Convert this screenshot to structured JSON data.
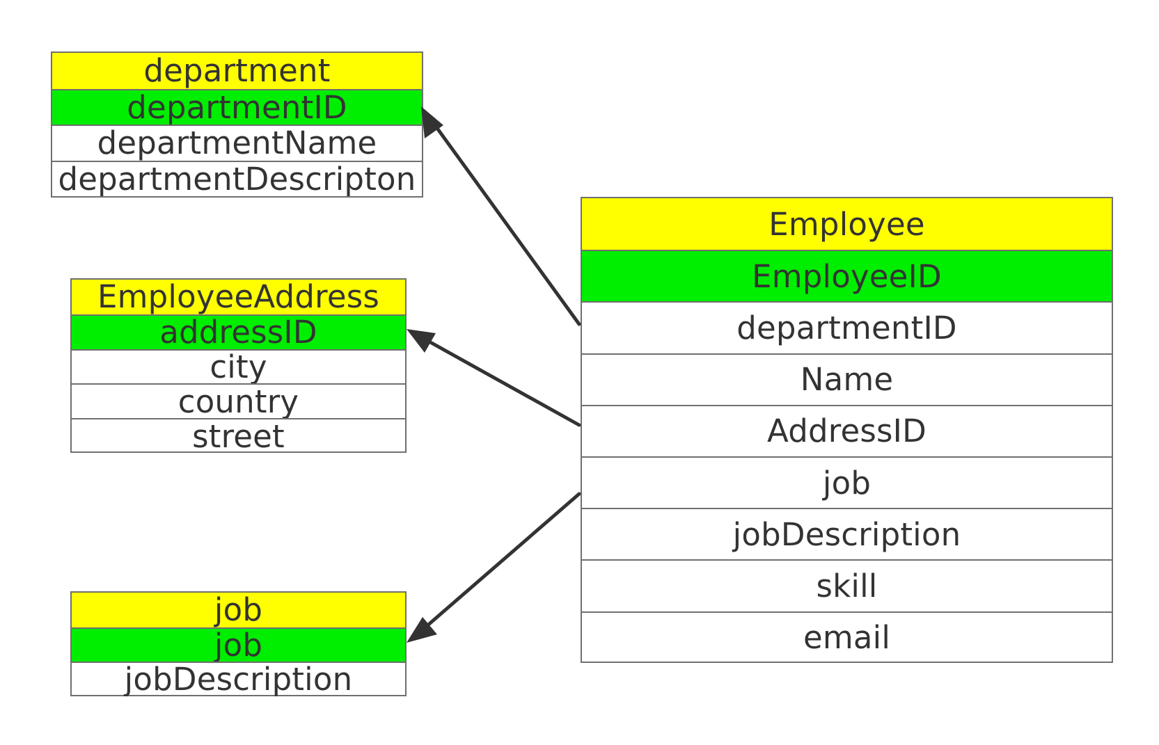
{
  "colors": {
    "title_fill": "#ffff00",
    "primary_key_fill": "#00ee00",
    "border": "#6f6f6f",
    "text": "#333333",
    "arrow": "#333333"
  },
  "entities": {
    "department": {
      "title": "department",
      "primary_key": "departmentID",
      "fields": [
        "departmentName",
        "departmentDescripton"
      ]
    },
    "employee_address": {
      "title": "EmployeeAddress",
      "primary_key": "addressID",
      "fields": [
        "city",
        "country",
        "street"
      ]
    },
    "job": {
      "title": "job",
      "primary_key": "job",
      "fields": [
        "jobDescription"
      ]
    },
    "employee": {
      "title": "Employee",
      "primary_key": "EmployeeID",
      "fields": [
        "departmentID",
        "Name",
        "AddressID",
        "job",
        "jobDescription",
        "skill",
        "email"
      ]
    }
  },
  "relations": [
    {
      "from": "employee.departmentID",
      "to": "department.departmentID"
    },
    {
      "from": "employee.AddressID",
      "to": "employee_address.addressID"
    },
    {
      "from": "employee.job",
      "to": "job.job"
    }
  ]
}
